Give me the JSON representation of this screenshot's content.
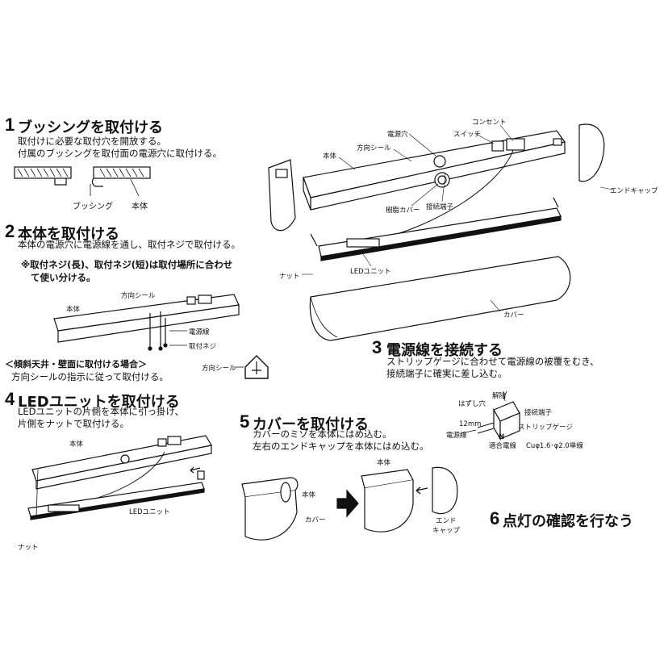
{
  "step1": {
    "num": "1",
    "title": "ブッシングを取付ける",
    "line1": "取付けに必要な取付穴を開放する。",
    "line2": "付属のブッシングを取付面の電源穴に取付ける。",
    "label_bushing": "ブッシング",
    "label_body": "本体"
  },
  "step2": {
    "num": "2",
    "title": "本体を取付ける",
    "line1": "本体の電源穴に電源線を通し、取付ネジで取付ける。",
    "note1": "※取付ネジ(長)、取付ネジ(短)は取付場所に合わせ",
    "note2": "て使い分ける。",
    "label_direction_seal": "方向シール",
    "label_body": "本体",
    "label_power_wire": "電源線",
    "label_screw": "取付ネジ",
    "slope_title": "＜傾斜天井・壁面に取付ける場合＞",
    "slope_text": "方向シールの指示に従って取付ける。",
    "seal_label": "方向シール"
  },
  "step3": {
    "num": "3",
    "title": "電源線を接続する",
    "line1": "ストリップゲージに合わせて電源線の被覆をむき、",
    "line2": "接続端子に確実に差し込む。",
    "label_release": "解除",
    "label_hole": "はずし穴",
    "label_terminal": "接続端子",
    "label_gauge": "ストリップゲージ",
    "label_12mm": "12mm",
    "label_wire": "電源線",
    "label_n": "N",
    "label_compat": "適合電線",
    "label_spec": "Cuφ1.6･φ2.0単線"
  },
  "overview": {
    "label_power_hole": "電源穴",
    "label_outlet": "コンセント",
    "label_switch": "スイッチ",
    "label_direction_seal": "方向シール",
    "label_body": "本体",
    "label_end_cap": "エンドキャップ",
    "label_resin_cover": "樹脂カバー",
    "label_terminal": "接続端子",
    "label_nut": "ナット",
    "label_led_unit": "LEDユニット",
    "label_cover": "カバー"
  },
  "step4": {
    "num": "4",
    "title": "LEDユニットを取付ける",
    "line1": "LEDユニットの片側を本体に引っ掛け、",
    "line2": "片側をナットで取付ける。",
    "label_body": "本体",
    "label_led_unit": "LEDユニット",
    "label_nut": "ナット"
  },
  "step5": {
    "num": "5",
    "title": "カバーを取付ける",
    "line1": "カバーのミゾを本体にはめ込む。",
    "line2": "左右のエンドキャップを本体にはめ込む。",
    "label_body_a": "本体",
    "label_cover": "カバー",
    "label_body_b": "本体",
    "label_end": "エンド",
    "label_cap": "キャップ"
  },
  "step6": {
    "num": "6",
    "title": "点灯の確認を行なう"
  }
}
